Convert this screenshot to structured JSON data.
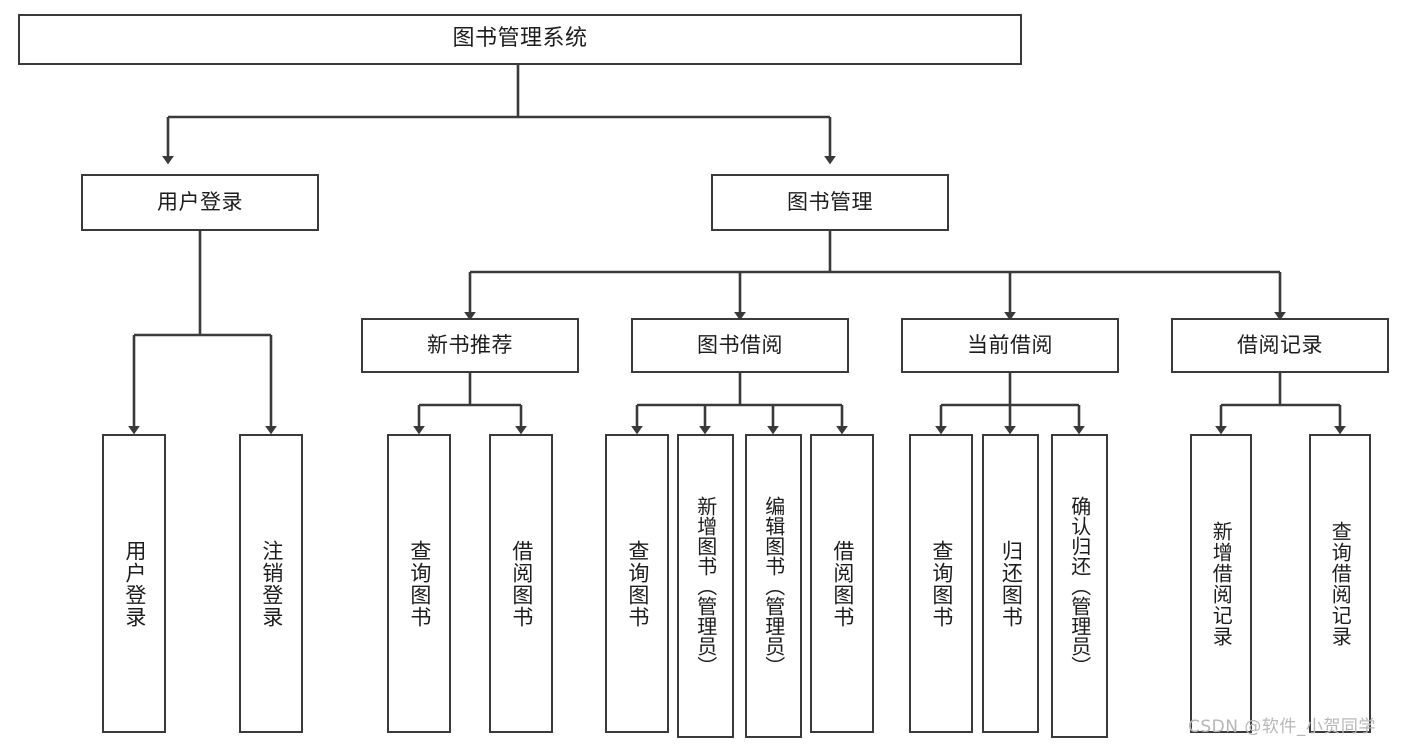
{
  "diagram": {
    "type": "tree-hierarchy",
    "title": "图书管理系统",
    "root": {
      "id": "root",
      "label": "图书管理系统"
    },
    "level1": [
      {
        "id": "user-login",
        "label": "用户登录"
      },
      {
        "id": "book-management",
        "label": "图书管理"
      }
    ],
    "level2": [
      {
        "id": "new-book-recommend",
        "label": "新书推荐",
        "parent": "book-management"
      },
      {
        "id": "book-borrow",
        "label": "图书借阅",
        "parent": "book-management"
      },
      {
        "id": "current-borrow",
        "label": "当前借阅",
        "parent": "book-management"
      },
      {
        "id": "borrow-record",
        "label": "借阅记录",
        "parent": "book-management"
      }
    ],
    "leaves": [
      {
        "id": "leaf-user-login",
        "label": "用户登录",
        "parent": "user-login"
      },
      {
        "id": "leaf-logout-login",
        "label": "注销登录",
        "parent": "user-login"
      },
      {
        "id": "leaf-query-book-1",
        "label": "查询图书",
        "parent": "new-book-recommend"
      },
      {
        "id": "leaf-borrow-book-1",
        "label": "借阅图书",
        "parent": "new-book-recommend"
      },
      {
        "id": "leaf-query-book-2",
        "label": "查询图书",
        "parent": "book-borrow"
      },
      {
        "id": "leaf-add-book",
        "label": "新增图书（管理员）",
        "parent": "book-borrow"
      },
      {
        "id": "leaf-edit-book",
        "label": "编辑图书（管理员）",
        "parent": "book-borrow"
      },
      {
        "id": "leaf-borrow-book-2",
        "label": "借阅图书",
        "parent": "book-borrow"
      },
      {
        "id": "leaf-query-book-3",
        "label": "查询图书",
        "parent": "current-borrow"
      },
      {
        "id": "leaf-return-book",
        "label": "归还图书",
        "parent": "current-borrow"
      },
      {
        "id": "leaf-confirm-return",
        "label": "确认归还（管理员）",
        "parent": "current-borrow"
      },
      {
        "id": "leaf-add-record",
        "label": "新增借阅记录",
        "parent": "borrow-record"
      },
      {
        "id": "leaf-query-record",
        "label": "查询借阅记录",
        "parent": "borrow-record"
      }
    ],
    "colors": {
      "stroke": "#3a3a3a",
      "fill": "#ffffff",
      "text": "#1d1d1d",
      "watermark": "#b7b7b7"
    }
  },
  "watermark": {
    "text": "CSDN @软件_小贺同学"
  }
}
